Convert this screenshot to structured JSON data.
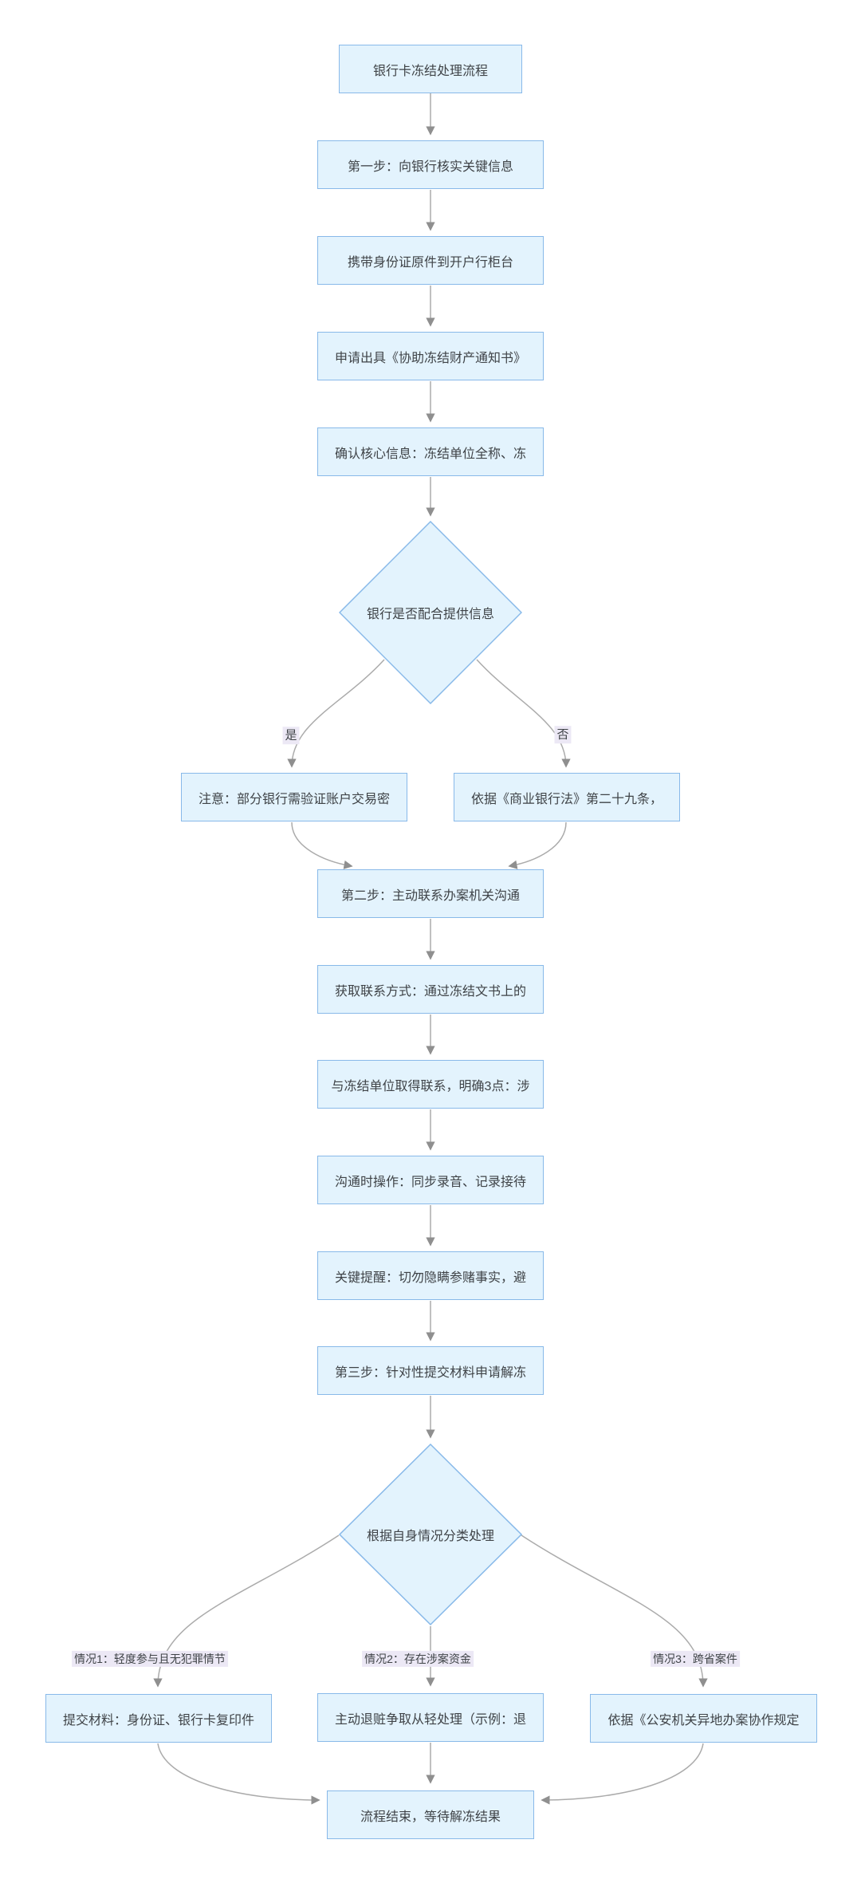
{
  "diagram": {
    "type": "flowchart",
    "direction": "top-down",
    "colors": {
      "node_fill": "#e3f3fd",
      "node_border": "#88b9e9",
      "node_text": "#3f4347",
      "arrow": "#ababab",
      "arrowhead": "#8f8f8f",
      "edge_label_bg": "#ece8f5"
    },
    "nodes": {
      "start": {
        "shape": "rect",
        "label": "银行卡冻结处理流程"
      },
      "verify_info": {
        "shape": "rect",
        "label": "第一步：向银行核实关键信息"
      },
      "bring_id": {
        "shape": "rect",
        "label": "携带身份证原件到开户行柜台"
      },
      "apply_notice": {
        "shape": "rect",
        "label": "申请出具《协助冻结财产通知书》"
      },
      "confirm_core": {
        "shape": "rect",
        "label": "确认核心信息：冻结单位全称、冻"
      },
      "bank_cooperate": {
        "shape": "diamond",
        "label": "银行是否配合提供信息"
      },
      "note_verify": {
        "shape": "rect",
        "label": "注意：部分银行需验证账户交易密"
      },
      "law_bank": {
        "shape": "rect",
        "label": "依据《商业银行法》第二十九条，"
      },
      "step2": {
        "shape": "rect",
        "label": "第二步：主动联系办案机关沟通"
      },
      "get_contact": {
        "shape": "rect",
        "label": "获取联系方式：通过冻结文书上的"
      },
      "contact_unit": {
        "shape": "rect",
        "label": "与冻结单位取得联系，明确3点：涉"
      },
      "record_comm": {
        "shape": "rect",
        "label": "沟通时操作：同步录音、记录接待"
      },
      "key_reminder": {
        "shape": "rect",
        "label": "关键提醒：切勿隐瞒参赌事实，避"
      },
      "step3": {
        "shape": "rect",
        "label": "第三步：针对性提交材料申请解冻"
      },
      "classify": {
        "shape": "diamond",
        "label": "根据自身情况分类处理"
      },
      "case1_action": {
        "shape": "rect",
        "label": "提交材料：身份证、银行卡复印件"
      },
      "case2_action": {
        "shape": "rect",
        "label": "主动退赃争取从轻处理（示例：退"
      },
      "case3_action": {
        "shape": "rect",
        "label": "依据《公安机关异地办案协作规定"
      },
      "end": {
        "shape": "rect",
        "label": "流程结束，等待解冻结果"
      }
    },
    "edge_labels": {
      "yes": "是",
      "no": "否",
      "case1": "情况1：轻度参与且无犯罪情节",
      "case2": "情况2：存在涉案资金",
      "case3": "情况3：跨省案件"
    },
    "edges": [
      {
        "from": "start",
        "to": "verify_info",
        "label": ""
      },
      {
        "from": "verify_info",
        "to": "bring_id",
        "label": ""
      },
      {
        "from": "bring_id",
        "to": "apply_notice",
        "label": ""
      },
      {
        "from": "apply_notice",
        "to": "confirm_core",
        "label": ""
      },
      {
        "from": "confirm_core",
        "to": "bank_cooperate",
        "label": ""
      },
      {
        "from": "bank_cooperate",
        "to": "note_verify",
        "label": "是"
      },
      {
        "from": "bank_cooperate",
        "to": "law_bank",
        "label": "否"
      },
      {
        "from": "note_verify",
        "to": "step2",
        "label": ""
      },
      {
        "from": "law_bank",
        "to": "step2",
        "label": ""
      },
      {
        "from": "step2",
        "to": "get_contact",
        "label": ""
      },
      {
        "from": "get_contact",
        "to": "contact_unit",
        "label": ""
      },
      {
        "from": "contact_unit",
        "to": "record_comm",
        "label": ""
      },
      {
        "from": "record_comm",
        "to": "key_reminder",
        "label": ""
      },
      {
        "from": "key_reminder",
        "to": "step3",
        "label": ""
      },
      {
        "from": "step3",
        "to": "classify",
        "label": ""
      },
      {
        "from": "classify",
        "to": "case1_action",
        "label": "情况1：轻度参与且无犯罪情节"
      },
      {
        "from": "classify",
        "to": "case2_action",
        "label": "情况2：存在涉案资金"
      },
      {
        "from": "classify",
        "to": "case3_action",
        "label": "情况3：跨省案件"
      },
      {
        "from": "case1_action",
        "to": "end",
        "label": ""
      },
      {
        "from": "case2_action",
        "to": "end",
        "label": ""
      },
      {
        "from": "case3_action",
        "to": "end",
        "label": ""
      }
    ]
  }
}
